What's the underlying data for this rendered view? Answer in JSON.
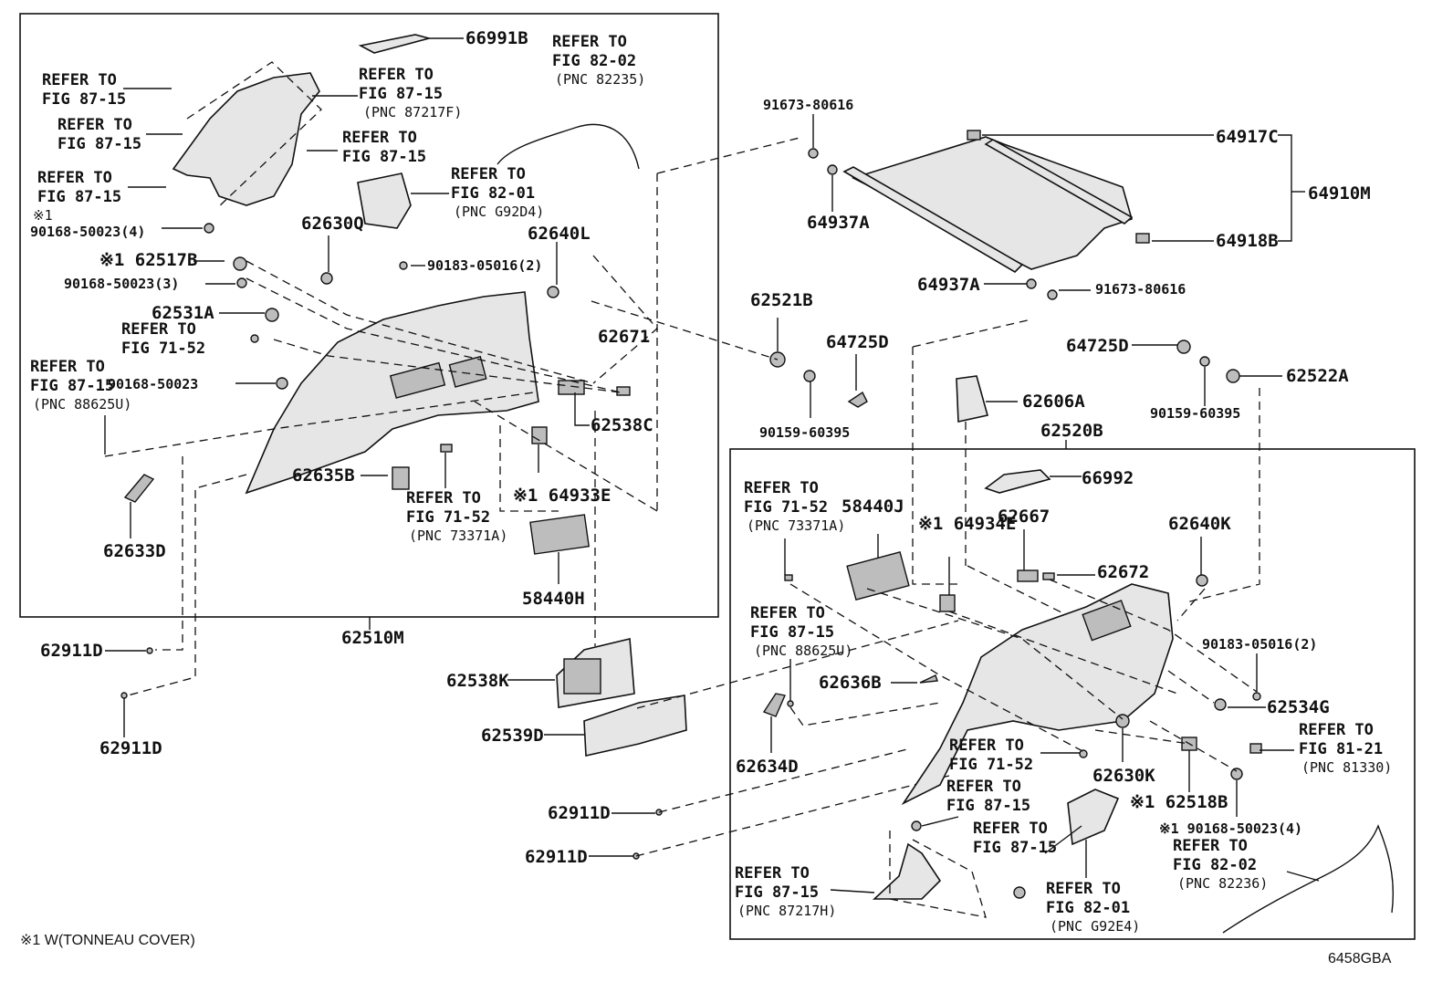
{
  "left_group": {
    "labels": {
      "p66991B": "66991B",
      "refer_top_l1": "REFER TO",
      "refer_top_l2": "FIG 82-02",
      "refer_top_l3": "(PNC 82235)",
      "r1a": "REFER TO",
      "r1b": "FIG 87-15",
      "r2a": "REFER TO",
      "r2b": "FIG 87-15",
      "r2c": "(PNC 87217F)",
      "r3a": "REFER TO",
      "r3b": "FIG 87-15",
      "r4a": "REFER TO",
      "r4b": "FIG 87-15",
      "r5a": "REFER TO",
      "r5b": "FIG 87-15",
      "r6a": "REFER TO",
      "r6b": "FIG 82-01",
      "r6c": "(PNC G92D4)",
      "note1": "※1",
      "p90168_4": "90168-50023(4)",
      "p62630Q": "62630Q",
      "p62640L": "62640L",
      "p62517B": "※1 62517B",
      "p90183": "90183-05016(2)",
      "p90168_3": "90168-50023(3)",
      "p62531A": "62531A",
      "r7a": "REFER TO",
      "r7b": "FIG 71-52",
      "p62671": "62671",
      "r8a": "REFER TO",
      "r8b": "FIG 87-15",
      "r8c": "(PNC 88625U)",
      "p90168": "90168-50023",
      "p62538C": "62538C",
      "p62635B": "62635B",
      "r9a": "REFER TO",
      "r9b": "FIG 71-52",
      "r9c": "(PNC 73371A)",
      "p64933E": "※1 64933E",
      "p62633D": "62633D",
      "p58440H": "58440H"
    },
    "assembly": "62510M"
  },
  "outside": {
    "p62911D_1": "62911D",
    "p62911D_2": "62911D",
    "p62538K": "62538K",
    "p62539D": "62539D",
    "p62911D_3": "62911D",
    "p62911D_4": "62911D",
    "p62521B": "62521B",
    "p64725D_1": "64725D",
    "p90159_1": "90159-60395",
    "p62606A": "62606A",
    "p64725D_2": "64725D",
    "p90159_2": "90159-60395",
    "p62522A": "62522A",
    "p62520B": "62520B"
  },
  "tonneau": {
    "p91673_top": "91673-80616",
    "p64917C": "64917C",
    "p64910M": "64910M",
    "p64937A_1": "64937A",
    "p64918B": "64918B",
    "p64937A_2": "64937A",
    "p91673_bot": "91673-80616"
  },
  "right_group": {
    "labels": {
      "p66992": "66992",
      "ra_a": "REFER TO",
      "ra_b": "FIG 71-52",
      "ra_c": "(PNC 73371A)",
      "p58440J": "58440J",
      "p64934E": "※1 64934E",
      "p62667": "62667",
      "p62640K": "62640K",
      "p62672": "62672",
      "rb_a": "REFER TO",
      "rb_b": "FIG 87-15",
      "rb_c": "(PNC 88625U)",
      "p90183": "90183-05016(2)",
      "p62636B": "62636B",
      "p62534G": "62534G",
      "rc_a": "REFER TO",
      "rc_b": "FIG 81-21",
      "rc_c": "(PNC 81330)",
      "p62634D": "62634D",
      "rd_a": "REFER TO",
      "rd_b": "FIG 71-52",
      "p62630K": "62630K",
      "re_a": "REFER TO",
      "re_b": "FIG 87-15",
      "p62518B": "※1 62518B",
      "rf_a": "REFER TO",
      "rf_b": "FIG 87-15",
      "p90168_4": "※1 90168-50023(4)",
      "rg_a": "REFER TO",
      "rg_b": "FIG 82-02",
      "rg_c": "(PNC 82236)",
      "rh_a": "REFER TO",
      "rh_b": "FIG 87-15",
      "rh_c": "(PNC 87217H)",
      "ri_a": "REFER TO",
      "ri_b": "FIG 82-01",
      "ri_c": "(PNC G92E4)"
    }
  },
  "footer": {
    "note": "※1 W(TONNEAU COVER)",
    "code": "6458GBA"
  }
}
